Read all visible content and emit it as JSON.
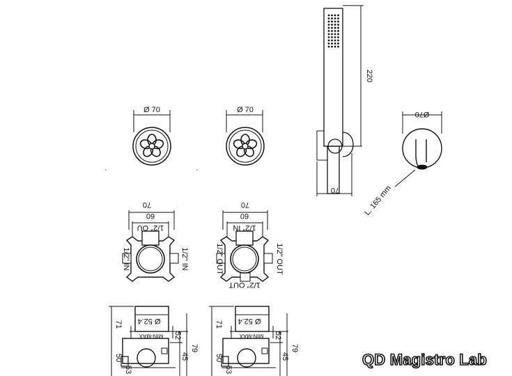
{
  "brand": {
    "name": "QD Magistro Lab"
  },
  "knobs": {
    "left": {
      "diameter_label": "Ø 70"
    },
    "right": {
      "diameter_label": "Ø 70"
    }
  },
  "shower_handle": {
    "height_label": "220",
    "width_label": "70"
  },
  "spout": {
    "diameter_label": "Ø70",
    "length_label": "L. 165 mm"
  },
  "valve_left": {
    "top_width": "70",
    "inner_width": "60",
    "top_port": "1/2\" OU",
    "left_port": "1/2\" IN",
    "right_port": "1/2\" IN"
  },
  "valve_right": {
    "top_width": "70",
    "inner_width": "60",
    "top_port": "1/2\" IN",
    "left_port": "1/2\" OUT",
    "right_port": "1/2\" OUT",
    "bottom_port": "1/2\" OUT"
  },
  "body_left": {
    "pipe_diameter": "Ø 52.4",
    "height_top": "71",
    "min_max": "MIN-MAX",
    "dim_52": "52",
    "dim_79": "79",
    "dim_45": "45",
    "dim_50": "50",
    "dim_53": "53"
  },
  "body_right": {
    "pipe_diameter": "Ø 52.4",
    "height_top": "71",
    "min_max": "MIN-MAX",
    "dim_52": "52",
    "dim_79": "79",
    "dim_45": "45",
    "dim_50": "50",
    "dim_53": "53"
  },
  "colors": {
    "line": "#111111",
    "background": "#ffffff"
  }
}
